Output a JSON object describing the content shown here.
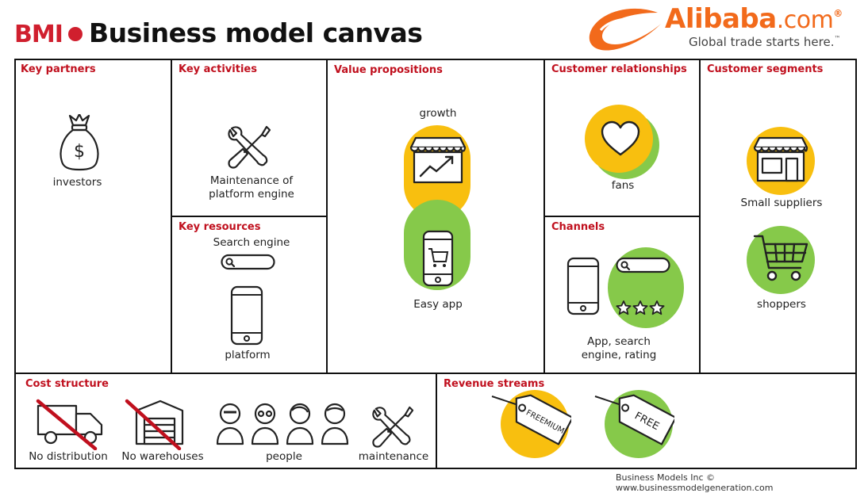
{
  "header": {
    "bmi": "BMI",
    "title": "Business model canvas",
    "brand_name": "Alibaba",
    "brand_tld": ".com",
    "brand_registered": "®",
    "brand_tagline": "Global trade starts here.",
    "brand_tm": "™"
  },
  "sections": {
    "key_partners": {
      "title": "Key partners",
      "items": [
        "investors"
      ]
    },
    "key_activities": {
      "title": "Key activities",
      "items": [
        "Maintenance of",
        "platform engine"
      ]
    },
    "key_resources": {
      "title": "Key resources",
      "items": [
        "Search engine",
        "platform"
      ]
    },
    "value_propositions": {
      "title": "Value propositions",
      "items": [
        "growth",
        "Easy app"
      ]
    },
    "customer_relationships": {
      "title": "Customer relationships",
      "items": [
        "fans"
      ]
    },
    "channels": {
      "title": "Channels",
      "items": [
        "App, search",
        "engine, rating"
      ]
    },
    "customer_segments": {
      "title": "Customer segments",
      "items": [
        "Small suppliers",
        "shoppers"
      ]
    },
    "cost_structure": {
      "title": "Cost structure",
      "items": [
        "No distribution",
        "No warehouses",
        "people",
        "maintenance"
      ]
    },
    "revenue_streams": {
      "title": "Revenue streams",
      "tags": [
        "FREEMIUM",
        "FREE"
      ]
    }
  },
  "footer": "Business Models Inc © www.businessmodelgeneration.com",
  "colors": {
    "accent_red": "#c0101e",
    "yellow": "#f8bf0f",
    "green": "#86c94a",
    "alibaba_orange": "#f26a1b"
  }
}
